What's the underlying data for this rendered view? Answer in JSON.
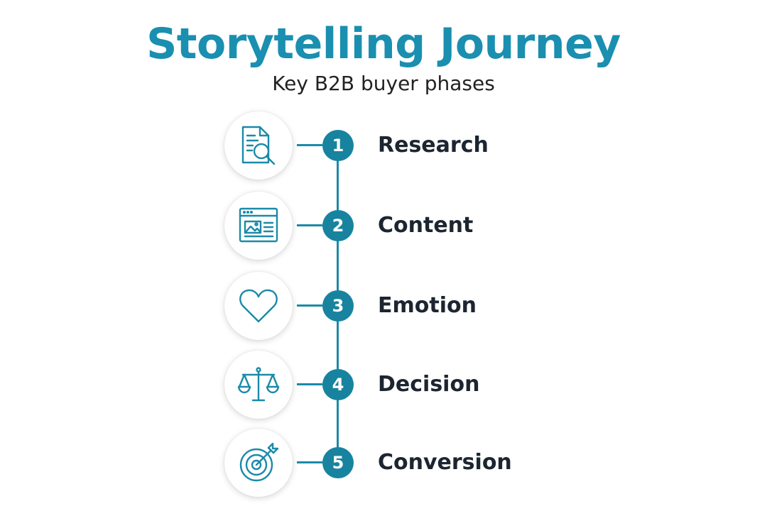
{
  "title": "Storytelling Journey",
  "subtitle": "Key B2B buyer phases",
  "accent_color": "#1a8fb0",
  "steps": [
    {
      "number": "1",
      "label": "Research",
      "icon": "document-search-icon"
    },
    {
      "number": "2",
      "label": "Content",
      "icon": "web-content-icon"
    },
    {
      "number": "3",
      "label": "Emotion",
      "icon": "heart-icon"
    },
    {
      "number": "4",
      "label": "Decision",
      "icon": "balance-scale-icon"
    },
    {
      "number": "5",
      "label": "Conversion",
      "icon": "target-arrow-icon"
    }
  ]
}
